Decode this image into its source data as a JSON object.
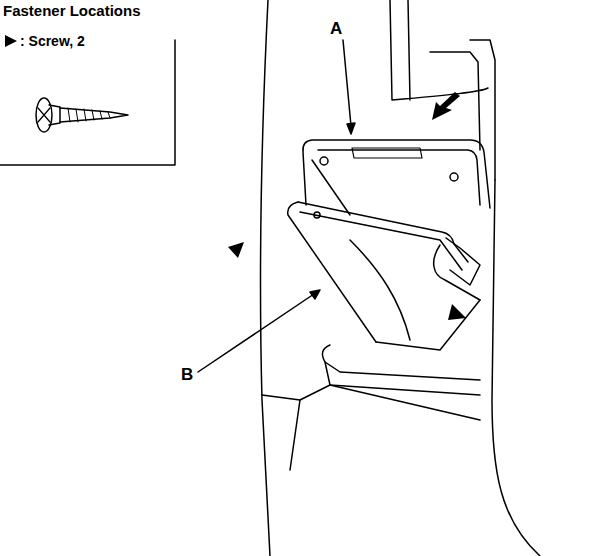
{
  "diagram": {
    "title": "Fastener Locations",
    "labels": [
      ": Screw, 2",
      "A",
      "B"
    ]
  }
}
